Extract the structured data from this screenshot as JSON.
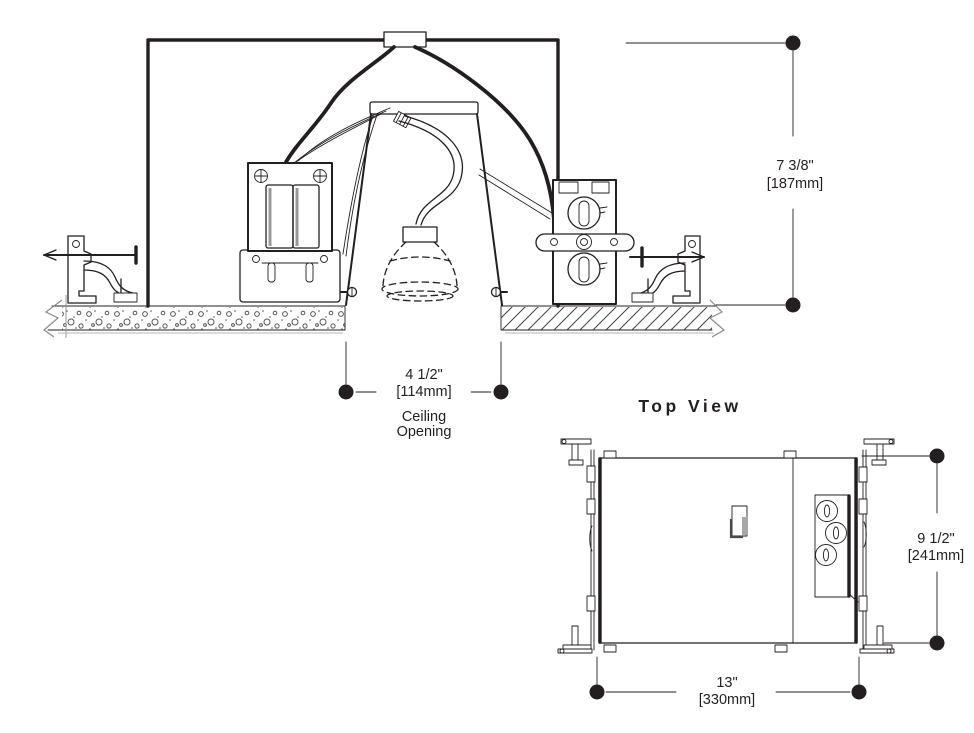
{
  "page": {
    "background": "#ffffff",
    "ink": "#231f20"
  },
  "side_view": {
    "dimensions": {
      "height": {
        "inches": "7 3/8\"",
        "millimeters": "[187mm]"
      },
      "ceiling_opening": {
        "inches": "4 1/2\"",
        "millimeters": "[114mm]",
        "caption_line1": "Ceiling",
        "caption_line2": "Opening"
      }
    }
  },
  "top_view": {
    "title": "Top View",
    "dimensions": {
      "depth": {
        "inches": "9 1/2\"",
        "millimeters": "[241mm]"
      },
      "width": {
        "inches": "13\"",
        "millimeters": "[330mm]"
      }
    }
  }
}
